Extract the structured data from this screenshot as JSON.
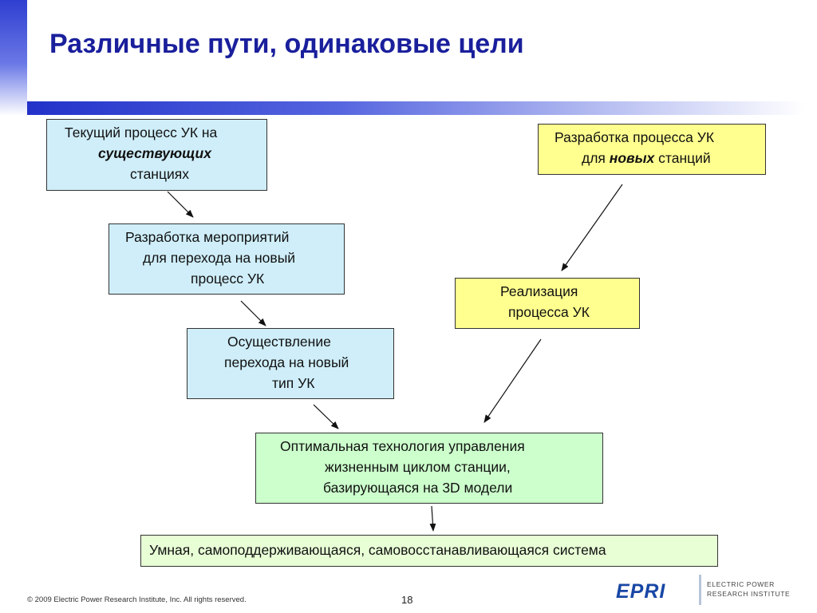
{
  "title": "Различные пути, одинаковые цели",
  "boxes": {
    "current": [
      "Текущий процесс УК на",
      "существующих",
      "станциях"
    ],
    "develop_new": {
      "l1": "Разработка процесса УК",
      "l2_pre": "для ",
      "l2_bold": "новых",
      "l2_post": " станций"
    },
    "transition_plan": [
      "Разработка мероприятий",
      "для перехода на новый",
      "процесс УК"
    ],
    "implementation": [
      "Реализация",
      "процесса УК"
    ],
    "transition_exec": [
      "Осуществление",
      "перехода на новый",
      "тип УК"
    ],
    "optimal": [
      "Оптимальная технология управления",
      "жизненным циклом станции,",
      "базирующаяся на 3D модели"
    ],
    "smart": "Умная, самоподдерживающаяся, самовосстанавливающаяся система"
  },
  "colors": {
    "title": "#1a1f9c",
    "blue_box": "#cfeef9",
    "yellow_box": "#ffff8f",
    "green_box": "#ccffcc"
  },
  "footer": {
    "copyright": "© 2009 Electric Power Research Institute, Inc. All rights reserved.",
    "page": "18",
    "logo_mark": "EPRI",
    "logo_line1": "ELECTRIC POWER",
    "logo_line2": "RESEARCH INSTITUTE"
  }
}
